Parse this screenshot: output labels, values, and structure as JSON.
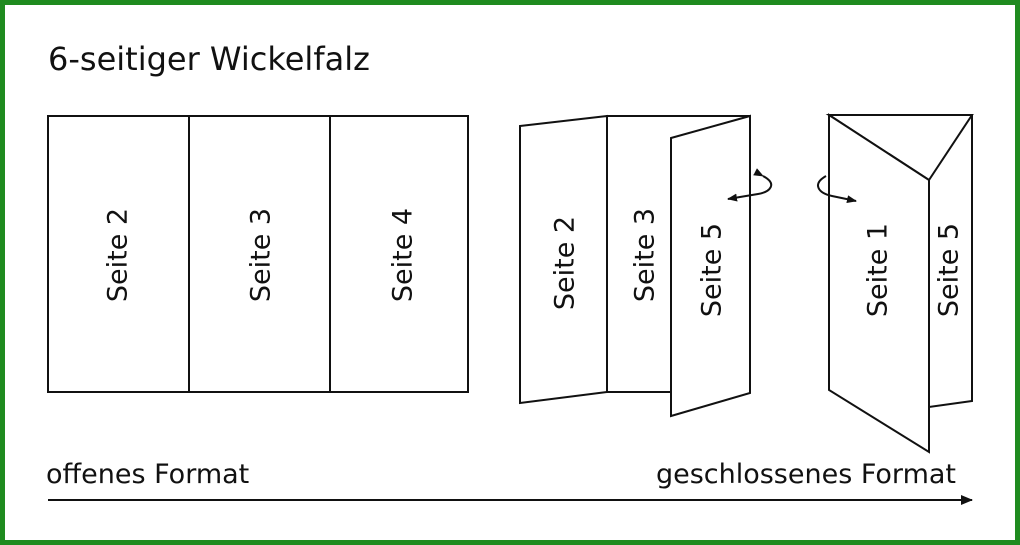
{
  "title": "6-seitiger Wickelfalz",
  "colors": {
    "frame": "#1f8b1f",
    "ink": "#111111",
    "background": "#ffffff"
  },
  "open_format": {
    "panels": [
      {
        "label": "Seite 2"
      },
      {
        "label": "Seite 3"
      },
      {
        "label": "Seite 4"
      }
    ]
  },
  "half_folded": {
    "panels": [
      {
        "label": "Seite 2"
      },
      {
        "label": "Seite 3"
      },
      {
        "label": "Seite 5"
      }
    ],
    "icon": "rotate-arrow-icon"
  },
  "closed_format": {
    "panels": [
      {
        "label": "Seite 1"
      },
      {
        "label": "Seite 5"
      }
    ],
    "icon": "rotate-arrow-icon"
  },
  "footer": {
    "left_label": "offenes Format",
    "right_label": "geschlossenes Format",
    "icon": "arrow-right-icon"
  }
}
